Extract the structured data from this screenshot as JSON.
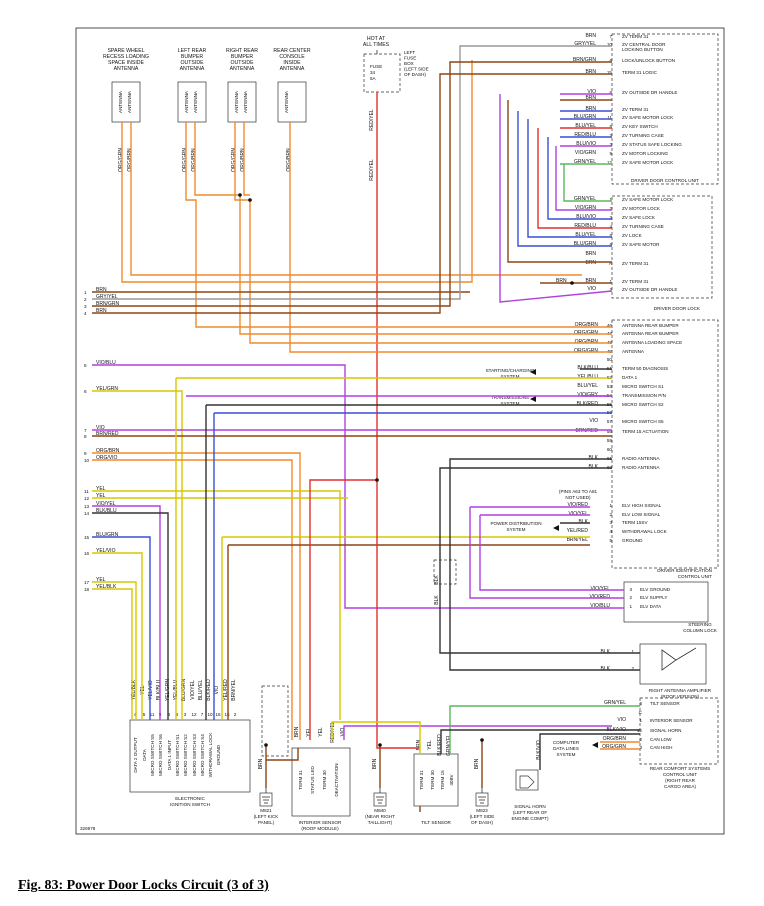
{
  "caption": "Fig. 83: Power Door Locks Circuit (3 of 3)",
  "figure_id": "326978",
  "antennas": [
    {
      "label": "SPARE WHEEL\nRECESS LOADING\nSPACE INSIDE\nANTENNA"
    },
    {
      "label": "LEFT REAR\nBUMPER\nOUTSIDE\nANTENNA"
    },
    {
      "label": "RIGHT REAR\nBUMPER\nOUTSIDE\nANTENNA"
    },
    {
      "label": "REAR CENTER\nCONSOLE\nINSIDE\nANTENNA"
    }
  ],
  "antenna_inner": "ANTENNA",
  "antenna_wires": [
    "ORG/GRN",
    "ORG/BRN",
    "ORG/GRN",
    "ORG/BRN",
    "ORG/GRN",
    "ORG/BRN",
    "ORG/BRN"
  ],
  "hot_at_all_times": "HOT AT\nALL TIMES",
  "fuse_label": "FUSE\n34\n5A",
  "fuse_box": "LEFT\nFUSE\nBOX\n(LEFT SIDE\nOF DASH)",
  "red_yel": "RED/YEL",
  "left_pins": [
    {
      "num": "1",
      "wire": "BRN"
    },
    {
      "num": "2",
      "wire": "GRY/YEL"
    },
    {
      "num": "3",
      "wire": "BRN/GRN"
    },
    {
      "num": "4",
      "wire": "BRN"
    },
    {
      "num": "5",
      "wire": "VIO/BLU"
    },
    {
      "num": "6",
      "wire": "YEL/GRN"
    },
    {
      "num": "7",
      "wire": "VIO"
    },
    {
      "num": "8",
      "wire": "BRN/RED"
    },
    {
      "num": "9",
      "wire": "ORG/BRN"
    },
    {
      "num": "10",
      "wire": "ORG/VIO"
    },
    {
      "num": "11",
      "wire": "YEL"
    },
    {
      "num": "12",
      "wire": "YEL"
    },
    {
      "num": "13",
      "wire": "VIO/YEL"
    },
    {
      "num": "14",
      "wire": "BLK/BLU"
    },
    {
      "num": "15",
      "wire": "BLU/GRN"
    },
    {
      "num": "16",
      "wire": "YEL/VIO"
    },
    {
      "num": "17",
      "wire": "YEL"
    },
    {
      "num": "18",
      "wire": "YEL/BLK"
    }
  ],
  "zv_top": [
    {
      "wire": "BRN",
      "pin": "7",
      "label": "ZV TERM 31"
    },
    {
      "wire": "GRY/YEL",
      "pin": "10",
      "label": "ZV CENTRAL DOOR\nLOCKING BUTTON"
    },
    {
      "wire": "BRN/GRN",
      "pin": "6",
      "label": "LOCK/UNLOCK BUTTON"
    },
    {
      "wire": "BRN",
      "pin": "15",
      "label": "TERM 31 LOGIC"
    },
    {
      "wire": "VIO",
      "pin": "8",
      "label": "ZV OUTSIDE DR HANDLE"
    },
    {
      "wire": "BRN",
      "pin": "",
      "label": ""
    },
    {
      "wire": "BRN",
      "pin": "",
      "label": "ZV TERM 31"
    },
    {
      "wire": "BLU/GRN",
      "pin": "11",
      "label": "ZV SAFE MOTOR LOCK"
    },
    {
      "wire": "BLU/YEL",
      "pin": "5",
      "label": "ZV KEY SWITCH"
    },
    {
      "wire": "RED/BLU",
      "pin": "2",
      "label": "ZV TURNING CASE"
    },
    {
      "wire": "BLU/VIO",
      "pin": "3",
      "label": "ZV STATUS SAFE LOCKING"
    },
    {
      "wire": "VIO/GRN",
      "pin": "9",
      "label": "ZV MOTOR LOCKING"
    },
    {
      "wire": "GRN/YEL",
      "pin": "12",
      "label": "ZV SAFE MOTOR LOCK"
    }
  ],
  "driver_door_control_unit": "DRIVER DOOR CONTROL UNIT",
  "door_lock_pins": [
    {
      "wire": "GRN/YEL",
      "pin": "1",
      "label": "ZV SAFE MOTOR LOCK"
    },
    {
      "wire": "VIO/GRN",
      "pin": "2",
      "label": "ZV MOTOR LOCK"
    },
    {
      "wire": "BLU/VIO",
      "pin": "3",
      "label": "ZV SAFE LOCK"
    },
    {
      "wire": "RED/BLU",
      "pin": "4",
      "label": "ZV TURNING CASE"
    },
    {
      "wire": "BLU/YEL",
      "pin": "5",
      "label": "ZV LOCK"
    },
    {
      "wire": "BLU/GRN",
      "pin": "6",
      "label": "ZV SAFE MOTOR"
    },
    {
      "wire": "BRN",
      "pin": "",
      "label": ""
    },
    {
      "wire": "BRN",
      "pin": "A",
      "label": "ZV TERM 31"
    },
    {
      "wire": "BRN",
      "pin": "1",
      "label": "ZV TERM 31"
    },
    {
      "wire": "VIO",
      "pin": "2",
      "label": "ZV OUTSIDE DR HANDLE"
    }
  ],
  "brn_small": "BRN",
  "driver_door_lock": "DRIVER DOOR LOCK",
  "dicu_pins": [
    {
      "wire": "ORG/BRN",
      "pin": "46",
      "label": "ANTENNA REAR BUMPER"
    },
    {
      "wire": "ORG/GRN",
      "pin": "47",
      "label": "ANTENNA REAR BUMPER"
    },
    {
      "wire": "ORG/BRN",
      "pin": "48",
      "label": "ANTENNA LOADING SPACE"
    },
    {
      "wire": "ORG/GRN",
      "pin": "49",
      "label": "ANTENNA"
    },
    {
      "wire": "",
      "pin": "50",
      "label": ""
    },
    {
      "wire": "BLK/BLU",
      "pin": "51",
      "label": "TERM 50 DIAGNOSIS"
    },
    {
      "wire": "YEL/BLU",
      "pin": "52",
      "label": "DATA 1"
    },
    {
      "wire": "BLU/YEL",
      "pin": "53",
      "label": "MICRO SWITCH S1"
    },
    {
      "wire": "VIO/GRY",
      "pin": "54",
      "label": "TRANSMISSION P/N"
    },
    {
      "wire": "BLK/RED",
      "pin": "55",
      "label": "MICRO SWITCH S2"
    },
    {
      "wire": "",
      "pin": "56",
      "label": ""
    },
    {
      "wire": "VIO",
      "pin": "57",
      "label": "MICRO SWITCH S5"
    },
    {
      "wire": "BRN/RED",
      "pin": "58",
      "label": "TERM 15 ACTUATION"
    },
    {
      "wire": "",
      "pin": "59",
      "label": ""
    },
    {
      "wire": "",
      "pin": "60",
      "label": ""
    },
    {
      "wire": "BLK",
      "pin": "61",
      "label": "RADIO ANTENNA"
    },
    {
      "wire": "BLK",
      "pin": "62",
      "label": "RADIO ANTENNA"
    }
  ],
  "starting_charging": "STARTING/CHARGING\nSYSTEM",
  "transmission_system": "TRANSMISSIONS\nSYSTEM",
  "pins_note": "(PINS A63 TO A81\nNOT USED)",
  "dicu_lower": [
    {
      "wire": "VIO/RED",
      "pin": "1",
      "label": "ELV HIGH SIGNAL"
    },
    {
      "wire": "VIO/YEL",
      "pin": "2",
      "label": "ELV LOW SIGNAL"
    },
    {
      "wire": "BLK",
      "pin": "3",
      "label": "TERM 15SV"
    },
    {
      "wire": "YEL/RED",
      "pin": "4",
      "label": "WITHDRAWAL LOCK"
    },
    {
      "wire": "BRN/YEL",
      "pin": "5",
      "label": "GROUND"
    }
  ],
  "power_distribution": "POWER DISTRIBUTION\nSYSTEM",
  "dicu_name": "DRIVER IDENTIFICATION\nCONTROL UNIT",
  "steering_pins": [
    {
      "wire": "VIO/YEL",
      "pin": "3",
      "label": "ELV GROUND"
    },
    {
      "wire": "VIO/RED",
      "pin": "2",
      "label": "ELV SUPPLY"
    },
    {
      "wire": "VIO/BLU",
      "pin": "1",
      "label": "ELV DATA"
    }
  ],
  "steering_lock": "STEERING\nCOLUMN LOCK",
  "amp_pins": [
    {
      "wire": "BLK",
      "pin": "1"
    },
    {
      "wire": "BLK",
      "pin": "2"
    }
  ],
  "amp_name": "RIGHT ANTENNA AMPLIFIER\n(ROOF VERSION)",
  "rear_pins": [
    {
      "wire": "GRN/YEL",
      "pin": "6",
      "label": "TILT SENSOR"
    },
    {
      "wire": "",
      "pin": "C",
      "label": ""
    },
    {
      "wire": "VIO",
      "pin": "1",
      "label": "INTERIOR SENSOR"
    },
    {
      "wire": "BLK/VIO",
      "pin": "12",
      "label": "SIGNAL HORN"
    },
    {
      "wire": "ORG/BRN",
      "pin": "2",
      "label": "CAN LOW"
    },
    {
      "wire": "ORG/GRN",
      "pin": "3",
      "label": "CAN HIGH"
    }
  ],
  "computer_data": "COMPUTER\nDATA LINES\nSYSTEM",
  "rear_comfort": "REAR COMFORT SYSTEMS\nCONTROL UNIT\n(RIGHT REAR\nCARGO AREA)",
  "eis_wires": [
    "YEL/BLK",
    "YEL",
    "YEL/VIO",
    "BLK/BLU",
    "YEL/GRN",
    "YEL/BLU",
    "BLU/GRN",
    "VIO/YEL",
    "BLU/YEL",
    "BLK/RED",
    "VIO",
    "YEL/RED",
    "BRN/YEL"
  ],
  "eis_pins": [
    "4",
    "5",
    "11",
    "9",
    "6",
    "8",
    "3",
    "12",
    "7",
    "10",
    "16",
    "15",
    "2"
  ],
  "eis_labels": [
    "DATA 2 OUTPUT",
    "DATA",
    "MICRO SWITCH S5",
    "MICRO SWITCH S6",
    "DATA 1 INPUT",
    "MICRO SWITCH S1",
    "MICRO SWITCH S2",
    "MICRO SWITCH S3",
    "MICRO SWITCH S4",
    "WITHDRAWAL LOCK",
    "GROUND"
  ],
  "eis_name": "ELECTRONIC\nIGNITION SWITCH",
  "int_wires": [
    "BRN",
    "YEL",
    "YEL",
    "RED/YEL",
    "VIO"
  ],
  "int_labels": [
    "TERM 31",
    "STATUS LED",
    "TERM 30",
    "DEACTIVATION"
  ],
  "int_name": "INTERIOR SENSOR\n(ROOF MODULE)",
  "tilt_wires": [
    "BRN",
    "YEL",
    "BLK/RED",
    "GRN/YEL"
  ],
  "tilt_labels": [
    "TERM 31",
    "TERM 30",
    "TERM 15",
    "40BV"
  ],
  "tilt_name": "TILT SENSOR",
  "m821": "M821\n(LEFT KICK\nPANEL)",
  "m840": "M840\n(NEAR RIGHT\nTAILLIGHT)",
  "m823": "M823\n(LEFT SIDE\nOF DASH)",
  "horn_name": "SIGNAL HORN\n(LEFT REAR OF\nENGINE COMPT)",
  "blk_vio": "BLK/VIO",
  "brn": "BRN",
  "blk": "BLK"
}
